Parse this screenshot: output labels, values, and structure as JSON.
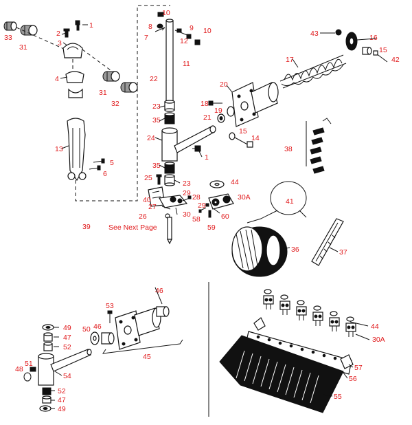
{
  "colors": {
    "label": "#e0191b",
    "line": "#111111",
    "background": "#ffffff"
  },
  "note": "See Next Page",
  "labels": {
    "p1": "1",
    "p1b": "1",
    "p2": "2",
    "p3": "3",
    "p4": "4",
    "p5": "5",
    "p6": "6",
    "p7": "7",
    "p8": "8",
    "p9": "9",
    "p10a": "10",
    "p10b": "10",
    "p11": "11",
    "p12": "12",
    "p13": "13",
    "p14": "14",
    "p15a": "15",
    "p15b": "15",
    "p16": "16",
    "p17": "17",
    "p18": "18",
    "p19": "19",
    "p20": "20",
    "p21": "21",
    "p22": "22",
    "p23a": "23",
    "p23b": "23",
    "p24": "24",
    "p25": "25",
    "p26": "26",
    "p27": "27",
    "p28": "28",
    "p29a": "29",
    "p29b": "29",
    "p30": "30",
    "p30A": "30A",
    "p30Ab": "30A",
    "p31a": "31",
    "p31b": "31",
    "p32": "32",
    "p33": "33",
    "p35a": "35",
    "p35b": "35",
    "p36": "36",
    "p37": "37",
    "p38": "38",
    "p39": "39",
    "p40": "40",
    "p41": "41",
    "p42": "42",
    "p43": "43",
    "p44a": "44",
    "p44b": "44",
    "p45": "45",
    "p46a": "46",
    "p46b": "46",
    "p47a": "47",
    "p47b": "47",
    "p48": "48",
    "p49a": "49",
    "p49b": "49",
    "p50": "50",
    "p51": "51",
    "p52a": "52",
    "p52b": "52",
    "p53": "53",
    "p54": "54",
    "p55": "55",
    "p56": "56",
    "p57": "57",
    "p58": "58",
    "p59": "59",
    "p60": "60"
  }
}
